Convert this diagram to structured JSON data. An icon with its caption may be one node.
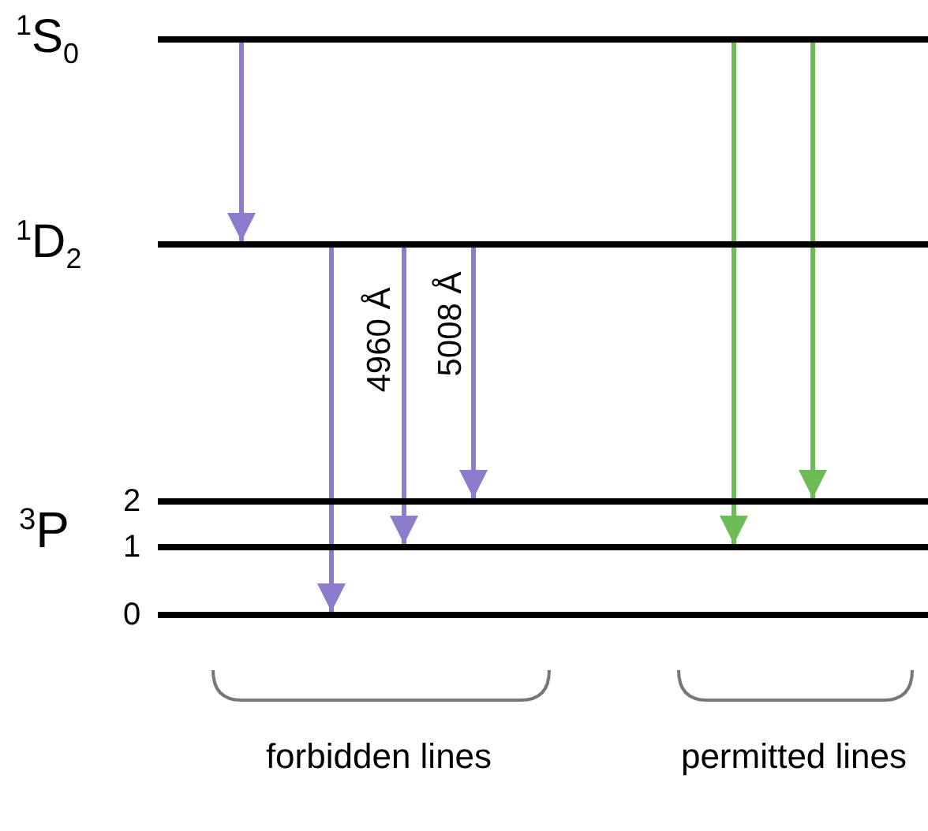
{
  "diagram": {
    "nodes": [
      {
        "text": [
          "$^{1}$S$_{0}$"
        ]
      },
      {
        "text": [
          "$^{1}$D$_{2}$"
        ]
      },
      {
        "text": [
          "2"
        ]
      },
      {
        "text": [
          "1"
        ]
      },
      {
        "text": [
          "0"
        ]
      }
    ],
    "edges": [
      {
        "from": 0,
        "to": 1,
        "arrow": "to"
      },
      {
        "from": 1,
        "to": 4,
        "arrow": "to"
      },
      {
        "from": 1,
        "to": 3,
        "arrow": "to",
        "label": "4960 Å"
      },
      {
        "from": 1,
        "to": 2,
        "arrow": "to",
        "label": "5008 Å"
      },
      {
        "from": 0,
        "to": 3,
        "arrow": "to",
        "color": "#6dbb55"
      },
      {
        "from": 0,
        "to": 2,
        "arrow": "to",
        "color": "#6dbb55"
      }
    ],
    "labels": [
      "$^{3}$P",
      "forbidden lines",
      "permitted lines"
    ]
  }
}
